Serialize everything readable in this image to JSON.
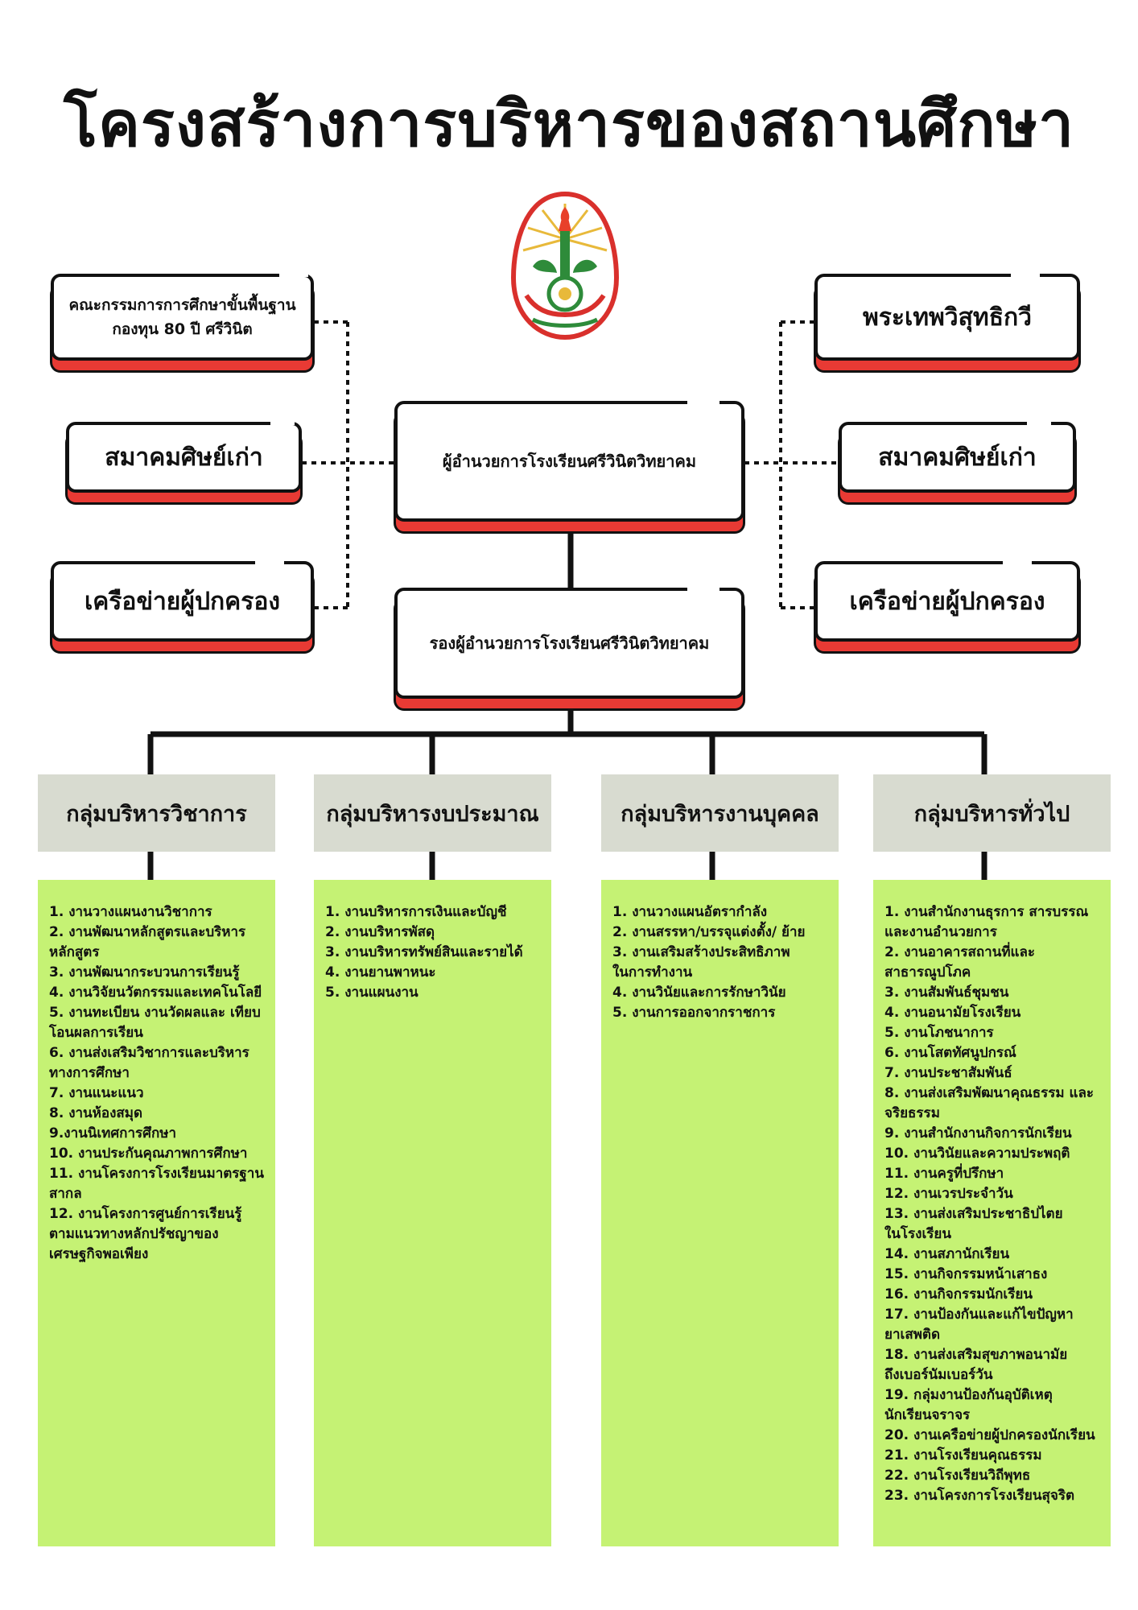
{
  "title": "โครงสร้างการบริหารของสถานศึกษา",
  "colors": {
    "accent_red": "#e83a34",
    "header_grey": "#d8dbd0",
    "panel_green": "#c5f274"
  },
  "left_boxes": [
    {
      "line1": "คณะกรรมการการศึกษาขั้นพื้นฐาน",
      "line2": "กองทุน 80 ปี ศรีวินิต"
    },
    {
      "label": "สมาคมศิษย์เก่า"
    },
    {
      "label": "เครือข่ายผู้ปกครอง"
    }
  ],
  "right_boxes": [
    {
      "label": "พระเทพวิสุทธิกวี"
    },
    {
      "label": "สมาคมศิษย์เก่า"
    },
    {
      "label": "เครือข่ายผู้ปกครอง"
    }
  ],
  "director": "ผู้อำนวยการโรงเรียนศรีวินิตวิทยาคม",
  "deputy": "รองผู้อำนวยการโรงเรียนศรีวินิตวิทยาคม",
  "groups": [
    {
      "name": "กลุ่มบริหารวิชาการ",
      "items": [
        "1. งานวางแผนงานวิชาการ",
        "2. งานพัฒนาหลักสูตรและบริหาร",
        "หลักสูตร",
        "3. งานพัฒนากระบวนการเรียนรู้",
        "4. งานวิจัยนวัตกรรมและเทคโนโลยี",
        "5. งานทะเบียน งานวัดผลและ เทียบ",
        "โอนผลการเรียน",
        "6. งานส่งเสริมวิชาการและบริหาร",
        "ทางการศึกษา",
        "7. งานแนะแนว",
        "8. งานห้องสมุด",
        "9.งานนิเทศการศึกษา",
        "10. งานประกันคุณภาพการศึกษา",
        "11. งานโครงการโรงเรียนมาตรฐาน",
        "สากล",
        "12. งานโครงการศูนย์การเรียนรู้",
        "ตามแนวทางหลักปรัชญาของ",
        "เศรษฐกิจพอเพียง"
      ]
    },
    {
      "name": "กลุ่มบริหารงบประมาณ",
      "items": [
        "1. งานบริหารการเงินและบัญชี",
        "2. งานบริหารพัสดุ",
        "3. งานบริหารทรัพย์สินและรายได้",
        "4. งานยานพาหนะ",
        "5. งานแผนงาน"
      ]
    },
    {
      "name": "กลุ่มบริหารงานบุคคล",
      "items": [
        "1. งานวางแผนอัตรากำลัง",
        "2. งานสรรหา/บรรจุแต่งตั้ง/ ย้าย",
        "3. งานเสริมสร้างประสิทธิภาพ",
        "ในการทำงาน",
        "4. งานวินัยและการรักษาวินัย",
        "5. งานการออกจากราชการ"
      ]
    },
    {
      "name": "กลุ่มบริหารทั่วไป",
      "items": [
        "1. งานสำนักงานธุรการ สารบรรณ",
        "และงานอำนวยการ",
        "2. งานอาคารสถานที่และ",
        "สาธารณูปโภค",
        "3. งานสัมพันธ์ชุมชน",
        "4. งานอนามัยโรงเรียน",
        "5. งานโภชนาการ",
        "6. งานโสตทัศนูปกรณ์",
        "7. งานประชาสัมพันธ์",
        "8. งานส่งเสริมพัฒนาคุณธรรม และ",
        "จริยธรรม",
        "9. งานสำนักงานกิจการนักเรียน",
        "10. งานวินัยและความประพฤติ",
        "11. งานครูที่ปรึกษา",
        "12. งานเวรประจำวัน",
        "13. งานส่งเสริมประชาธิปไตย",
        "ในโรงเรียน",
        "14. งานสภานักเรียน",
        "15. งานกิจกรรมหน้าเสาธง",
        "16. งานกิจกรรมนักเรียน",
        "17. งานป้องกันและแก้ไขปัญหา",
        "ยาเสพติด",
        "18. งานส่งเสริมสุขภาพอนามัย",
        "ถึงเบอร์นัมเบอร์วัน",
        "19. กลุ่มงานป้องกันอุบัติเหตุ",
        "นักเรียนจราจร",
        "20. งานเครือข่ายผู้ปกครองนักเรียน",
        "21. งานโรงเรียนคุณธรรม",
        "22. งานโรงเรียนวิถีพุทธ",
        "23. งานโครงการโรงเรียนสุจริต"
      ]
    }
  ]
}
